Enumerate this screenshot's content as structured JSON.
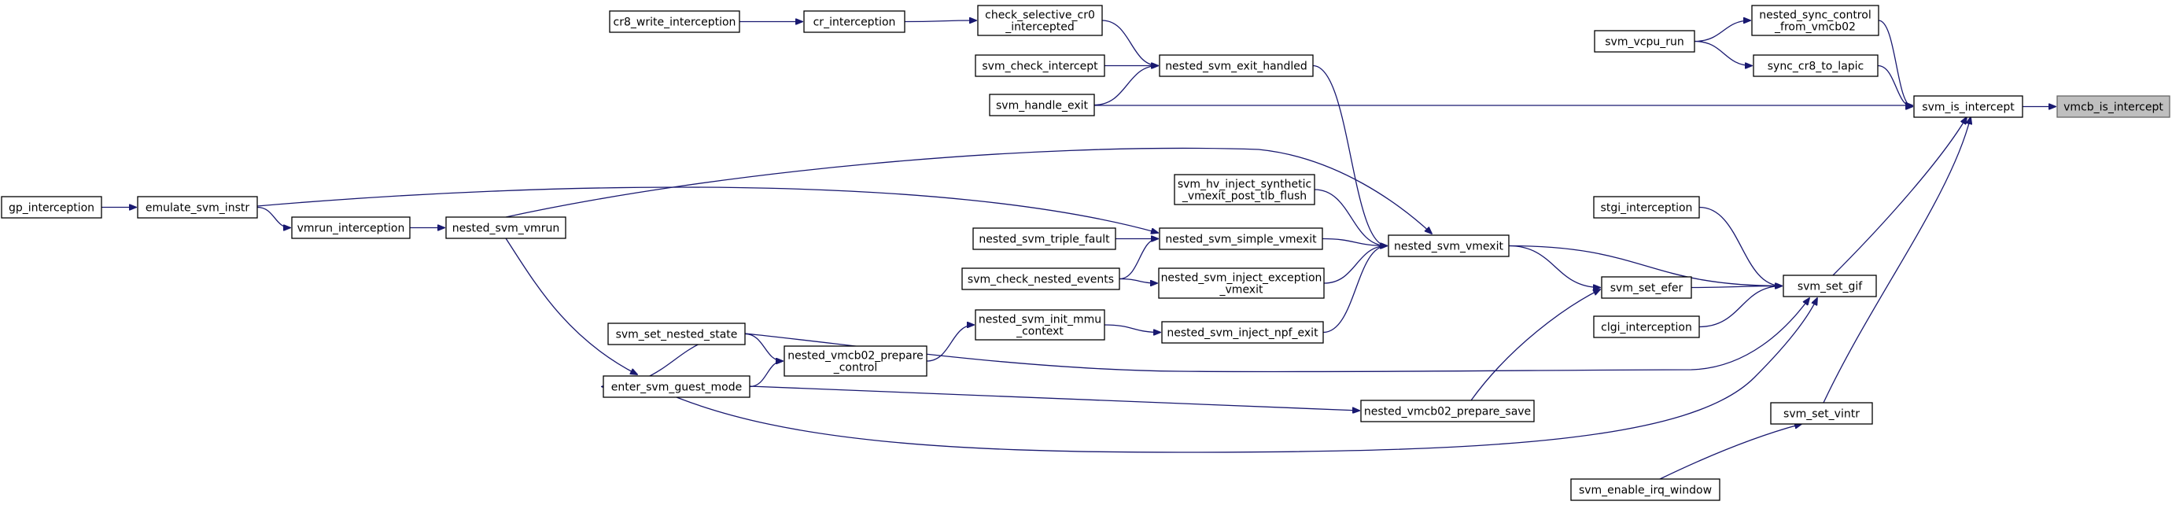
{
  "graph": {
    "nodes": [
      {
        "id": "vmcb_is_intercept",
        "lines": [
          "vmcb_is_intercept"
        ],
        "root": true
      },
      {
        "id": "svm_is_intercept",
        "lines": [
          "svm_is_intercept"
        ]
      },
      {
        "id": "nested_sync_control_from_vmcb02",
        "lines": [
          "nested_sync_control",
          "_from_vmcb02"
        ]
      },
      {
        "id": "sync_cr8_to_lapic",
        "lines": [
          "sync_cr8_to_lapic"
        ]
      },
      {
        "id": "svm_vcpu_run",
        "lines": [
          "svm_vcpu_run"
        ]
      },
      {
        "id": "svm_set_gif",
        "lines": [
          "svm_set_gif"
        ]
      },
      {
        "id": "svm_set_vintr",
        "lines": [
          "svm_set_vintr"
        ]
      },
      {
        "id": "svm_enable_irq_window",
        "lines": [
          "svm_enable_irq_window"
        ]
      },
      {
        "id": "stgi_interception",
        "lines": [
          "stgi_interception"
        ]
      },
      {
        "id": "svm_set_efer",
        "lines": [
          "svm_set_efer"
        ]
      },
      {
        "id": "clgi_interception",
        "lines": [
          "clgi_interception"
        ]
      },
      {
        "id": "nested_svm_vmexit",
        "lines": [
          "nested_svm_vmexit"
        ]
      },
      {
        "id": "nested_vmcb02_prepare_save",
        "lines": [
          "nested_vmcb02_prepare_save"
        ]
      },
      {
        "id": "svm_handle_exit",
        "lines": [
          "svm_handle_exit"
        ]
      },
      {
        "id": "nested_svm_exit_handled",
        "lines": [
          "nested_svm_exit_handled"
        ]
      },
      {
        "id": "check_selective_cr0_intercepted",
        "lines": [
          "check_selective_cr0",
          "_intercepted"
        ]
      },
      {
        "id": "svm_check_intercept",
        "lines": [
          "svm_check_intercept"
        ]
      },
      {
        "id": "cr_interception",
        "lines": [
          "cr_interception"
        ]
      },
      {
        "id": "cr8_write_interception",
        "lines": [
          "cr8_write_interception"
        ]
      },
      {
        "id": "svm_hv_inject_synthetic_vmexit_post_tlb_flush",
        "lines": [
          "svm_hv_inject_synthetic",
          "_vmexit_post_tlb_flush"
        ]
      },
      {
        "id": "nested_svm_simple_vmexit",
        "lines": [
          "nested_svm_simple_vmexit"
        ]
      },
      {
        "id": "nested_svm_triple_fault",
        "lines": [
          "nested_svm_triple_fault"
        ]
      },
      {
        "id": "nested_svm_inject_exception_vmexit",
        "lines": [
          "nested_svm_inject_exception",
          "_vmexit"
        ]
      },
      {
        "id": "svm_check_nested_events",
        "lines": [
          "svm_check_nested_events"
        ]
      },
      {
        "id": "nested_svm_inject_npf_exit",
        "lines": [
          "nested_svm_inject_npf_exit"
        ]
      },
      {
        "id": "nested_svm_init_mmu_context",
        "lines": [
          "nested_svm_init_mmu",
          "_context"
        ]
      },
      {
        "id": "nested_vmcb02_prepare_control",
        "lines": [
          "nested_vmcb02_prepare",
          "_control"
        ]
      },
      {
        "id": "svm_set_nested_state",
        "lines": [
          "svm_set_nested_state"
        ]
      },
      {
        "id": "enter_svm_guest_mode",
        "lines": [
          "enter_svm_guest_mode"
        ]
      },
      {
        "id": "nested_svm_vmrun",
        "lines": [
          "nested_svm_vmrun"
        ]
      },
      {
        "id": "vmrun_interception",
        "lines": [
          "vmrun_interception"
        ]
      },
      {
        "id": "emulate_svm_instr",
        "lines": [
          "emulate_svm_instr"
        ]
      },
      {
        "id": "gp_interception",
        "lines": [
          "gp_interception"
        ]
      }
    ],
    "edges": [
      {
        "from": "svm_is_intercept",
        "to": "vmcb_is_intercept"
      },
      {
        "from": "nested_sync_control_from_vmcb02",
        "to": "svm_is_intercept"
      },
      {
        "from": "sync_cr8_to_lapic",
        "to": "svm_is_intercept"
      },
      {
        "from": "svm_handle_exit",
        "to": "svm_is_intercept"
      },
      {
        "from": "svm_set_gif",
        "to": "svm_is_intercept"
      },
      {
        "from": "svm_set_vintr",
        "to": "svm_is_intercept"
      },
      {
        "from": "svm_vcpu_run",
        "to": "nested_sync_control_from_vmcb02"
      },
      {
        "from": "svm_vcpu_run",
        "to": "sync_cr8_to_lapic"
      },
      {
        "from": "svm_enable_irq_window",
        "to": "svm_set_vintr"
      },
      {
        "from": "stgi_interception",
        "to": "svm_set_gif"
      },
      {
        "from": "svm_set_efer",
        "to": "svm_set_gif"
      },
      {
        "from": "clgi_interception",
        "to": "svm_set_gif"
      },
      {
        "from": "nested_svm_vmexit",
        "to": "svm_set_gif"
      },
      {
        "from": "svm_set_nested_state",
        "to": "svm_set_gif"
      },
      {
        "from": "enter_svm_guest_mode",
        "to": "svm_set_gif"
      },
      {
        "from": "nested_svm_vmexit",
        "to": "svm_set_efer"
      },
      {
        "from": "nested_vmcb02_prepare_save",
        "to": "svm_set_efer"
      },
      {
        "from": "enter_svm_guest_mode",
        "to": "nested_vmcb02_prepare_save"
      },
      {
        "from": "nested_svm_exit_handled",
        "to": "nested_svm_vmexit"
      },
      {
        "from": "nested_svm_vmrun",
        "to": "nested_svm_vmexit"
      },
      {
        "from": "svm_hv_inject_synthetic_vmexit_post_tlb_flush",
        "to": "nested_svm_vmexit"
      },
      {
        "from": "nested_svm_simple_vmexit",
        "to": "nested_svm_vmexit"
      },
      {
        "from": "nested_svm_inject_exception_vmexit",
        "to": "nested_svm_vmexit"
      },
      {
        "from": "nested_svm_inject_npf_exit",
        "to": "nested_svm_vmexit"
      },
      {
        "from": "check_selective_cr0_intercepted",
        "to": "nested_svm_exit_handled"
      },
      {
        "from": "svm_check_intercept",
        "to": "nested_svm_exit_handled"
      },
      {
        "from": "svm_handle_exit",
        "to": "nested_svm_exit_handled"
      },
      {
        "from": "cr_interception",
        "to": "check_selective_cr0_intercepted"
      },
      {
        "from": "cr8_write_interception",
        "to": "cr_interception"
      },
      {
        "from": "emulate_svm_instr",
        "to": "nested_svm_simple_vmexit"
      },
      {
        "from": "nested_svm_triple_fault",
        "to": "nested_svm_simple_vmexit"
      },
      {
        "from": "svm_check_nested_events",
        "to": "nested_svm_simple_vmexit"
      },
      {
        "from": "svm_check_nested_events",
        "to": "nested_svm_inject_exception_vmexit"
      },
      {
        "from": "nested_svm_init_mmu_context",
        "to": "nested_svm_inject_npf_exit"
      },
      {
        "from": "nested_vmcb02_prepare_control",
        "to": "nested_svm_init_mmu_context"
      },
      {
        "from": "svm_set_nested_state",
        "to": "nested_vmcb02_prepare_control"
      },
      {
        "from": "enter_svm_guest_mode",
        "to": "nested_vmcb02_prepare_control"
      },
      {
        "from": "svm_set_nested_state",
        "to": "enter_svm_guest_mode"
      },
      {
        "from": "nested_svm_vmrun",
        "to": "enter_svm_guest_mode"
      },
      {
        "from": "vmrun_interception",
        "to": "nested_svm_vmrun"
      },
      {
        "from": "emulate_svm_instr",
        "to": "vmrun_interception"
      },
      {
        "from": "gp_interception",
        "to": "emulate_svm_instr"
      }
    ]
  }
}
